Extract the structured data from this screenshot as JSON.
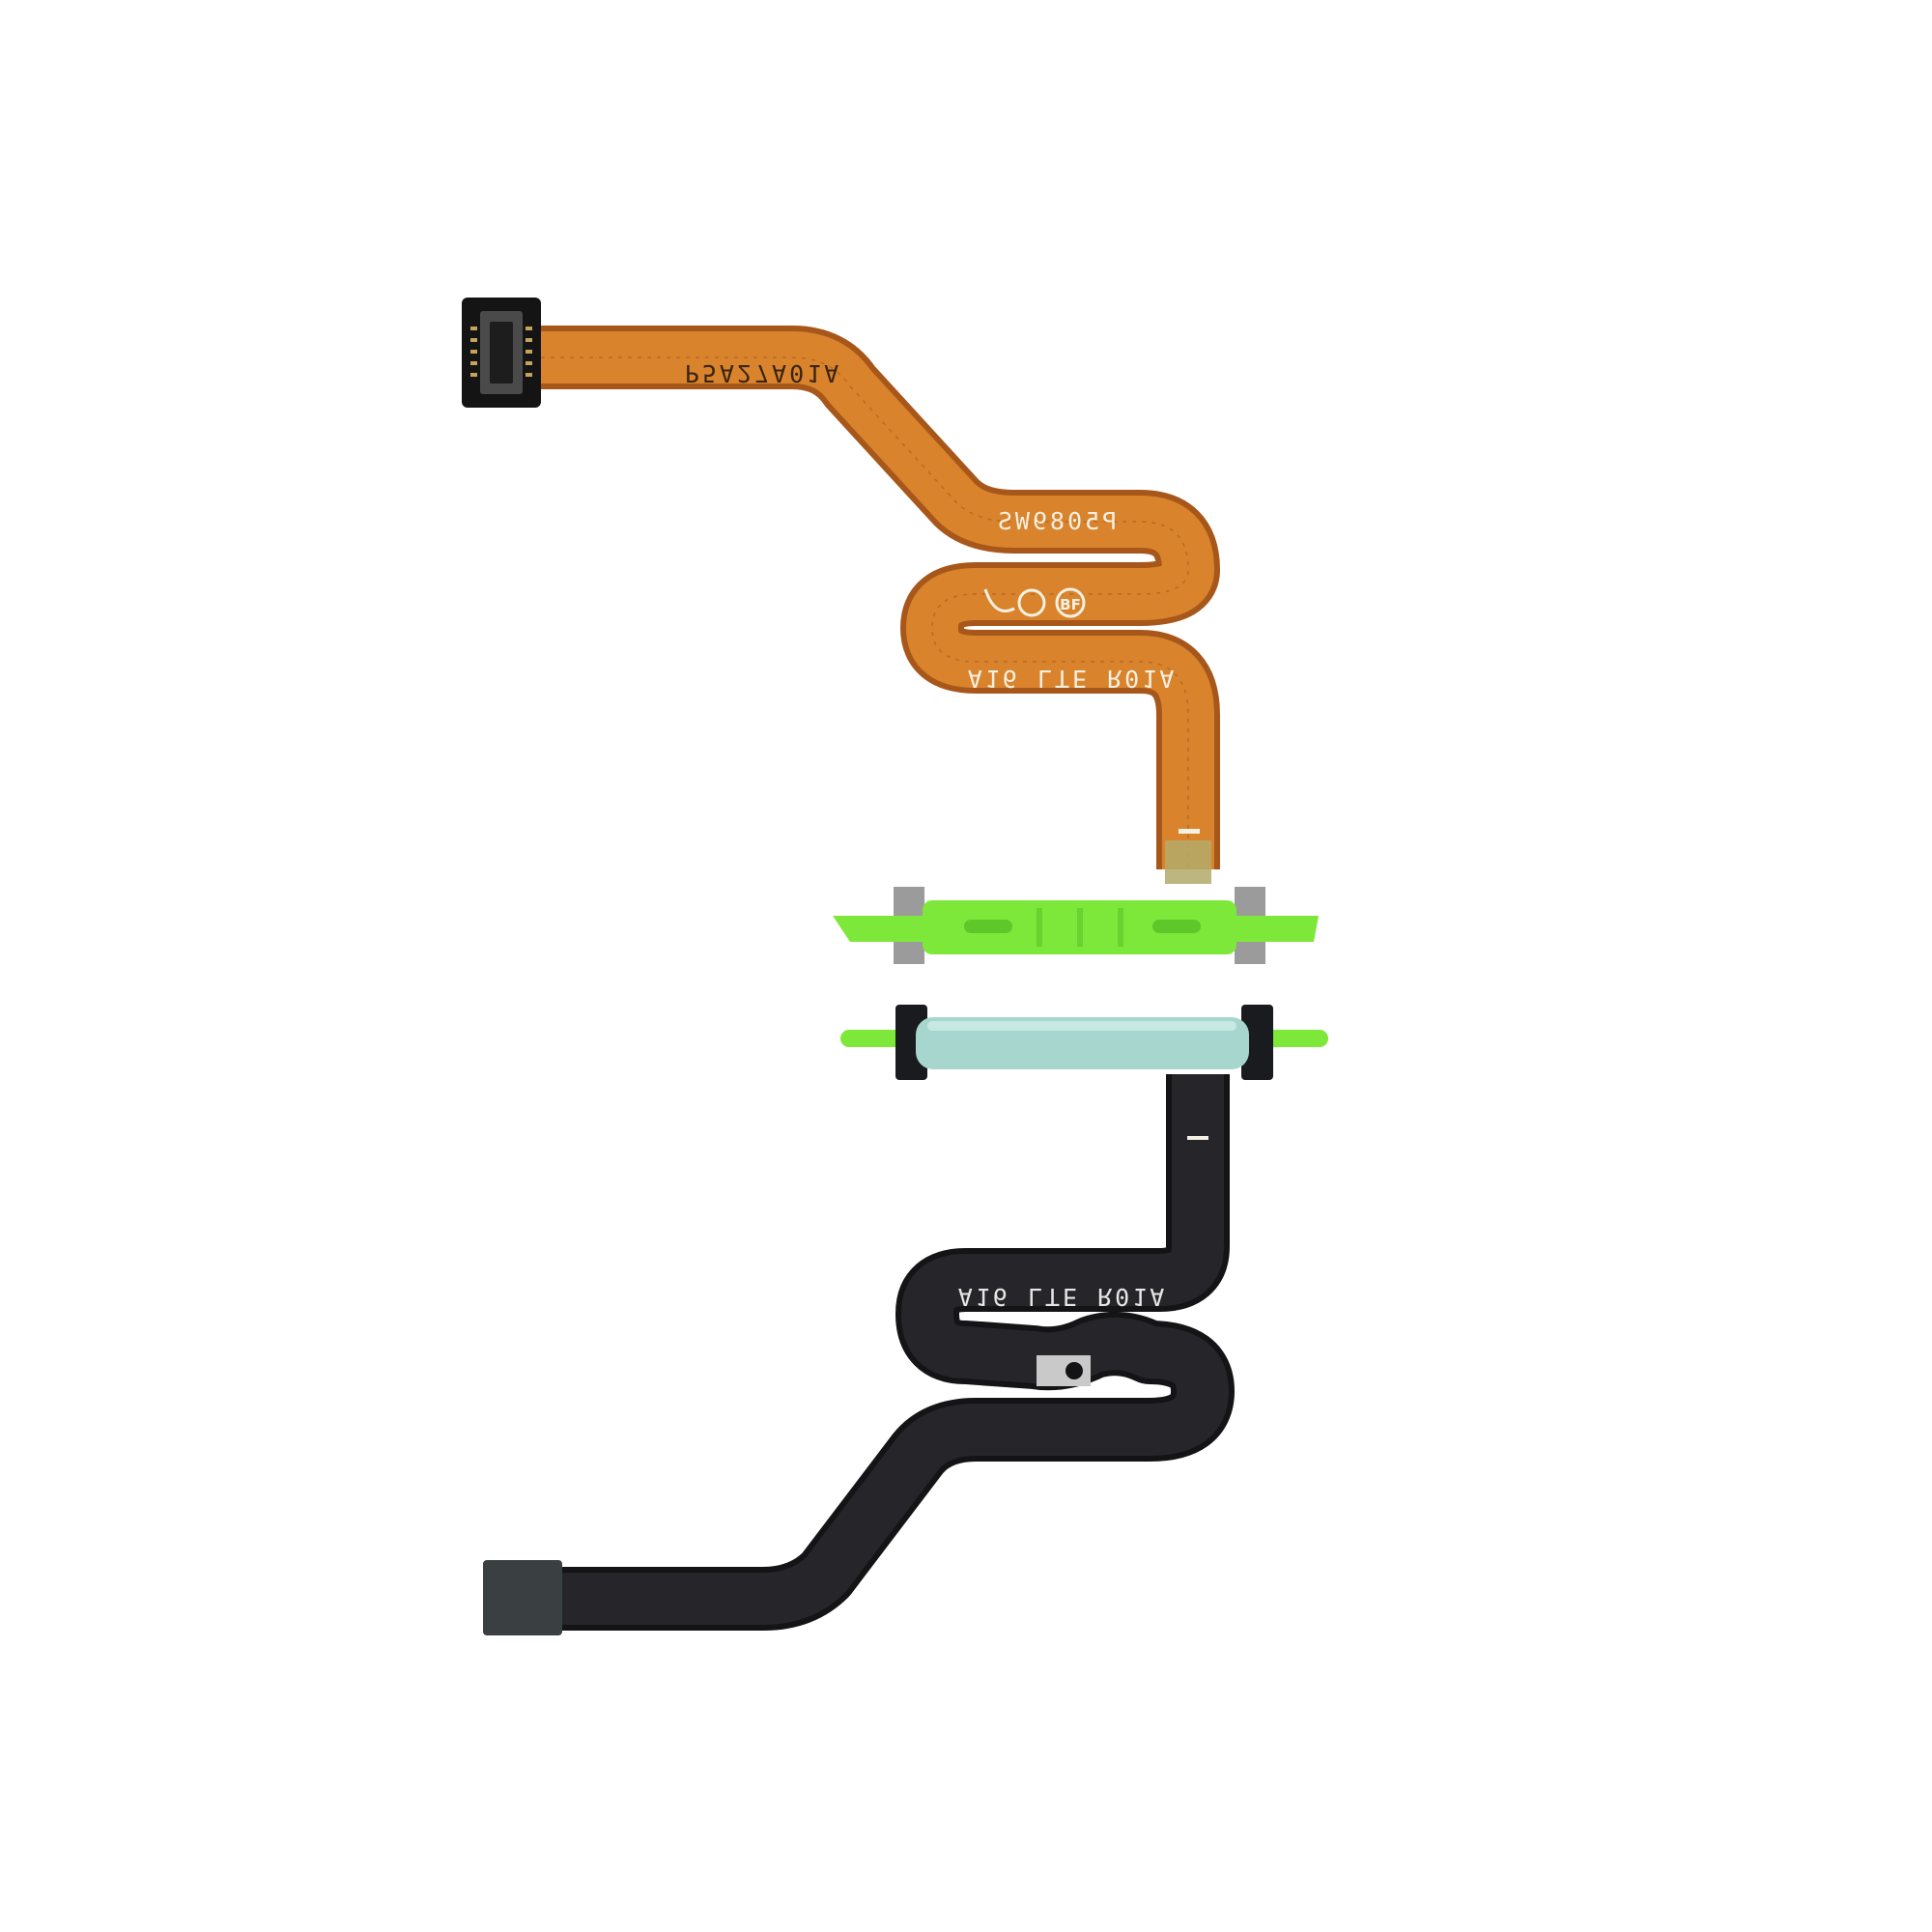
{
  "scene": {
    "background": "#ffffff",
    "subject": "fingerprint-sensor-flex-cable",
    "colors": {
      "amber_flex": "#d9842c",
      "amber_flex_edge": "#a8571b",
      "black_flex": "#26262a",
      "black_flex_edge": "#141416",
      "green_bracket": "#7ee83a",
      "sensor_face": "#a7d6cf",
      "sensor_dark": "#1a1b1e",
      "connector_board": "#141414",
      "metal_tab": "#9b9b9b",
      "silkscreen": "#f4f0e2"
    }
  },
  "upper_flex": {
    "label_1": "P5A27A01A",
    "label_2": "P5089WS",
    "label_3": "A16 LTE R01A",
    "marks": "BF"
  },
  "lower_flex": {
    "label_1": "A16 LTE R01A"
  }
}
